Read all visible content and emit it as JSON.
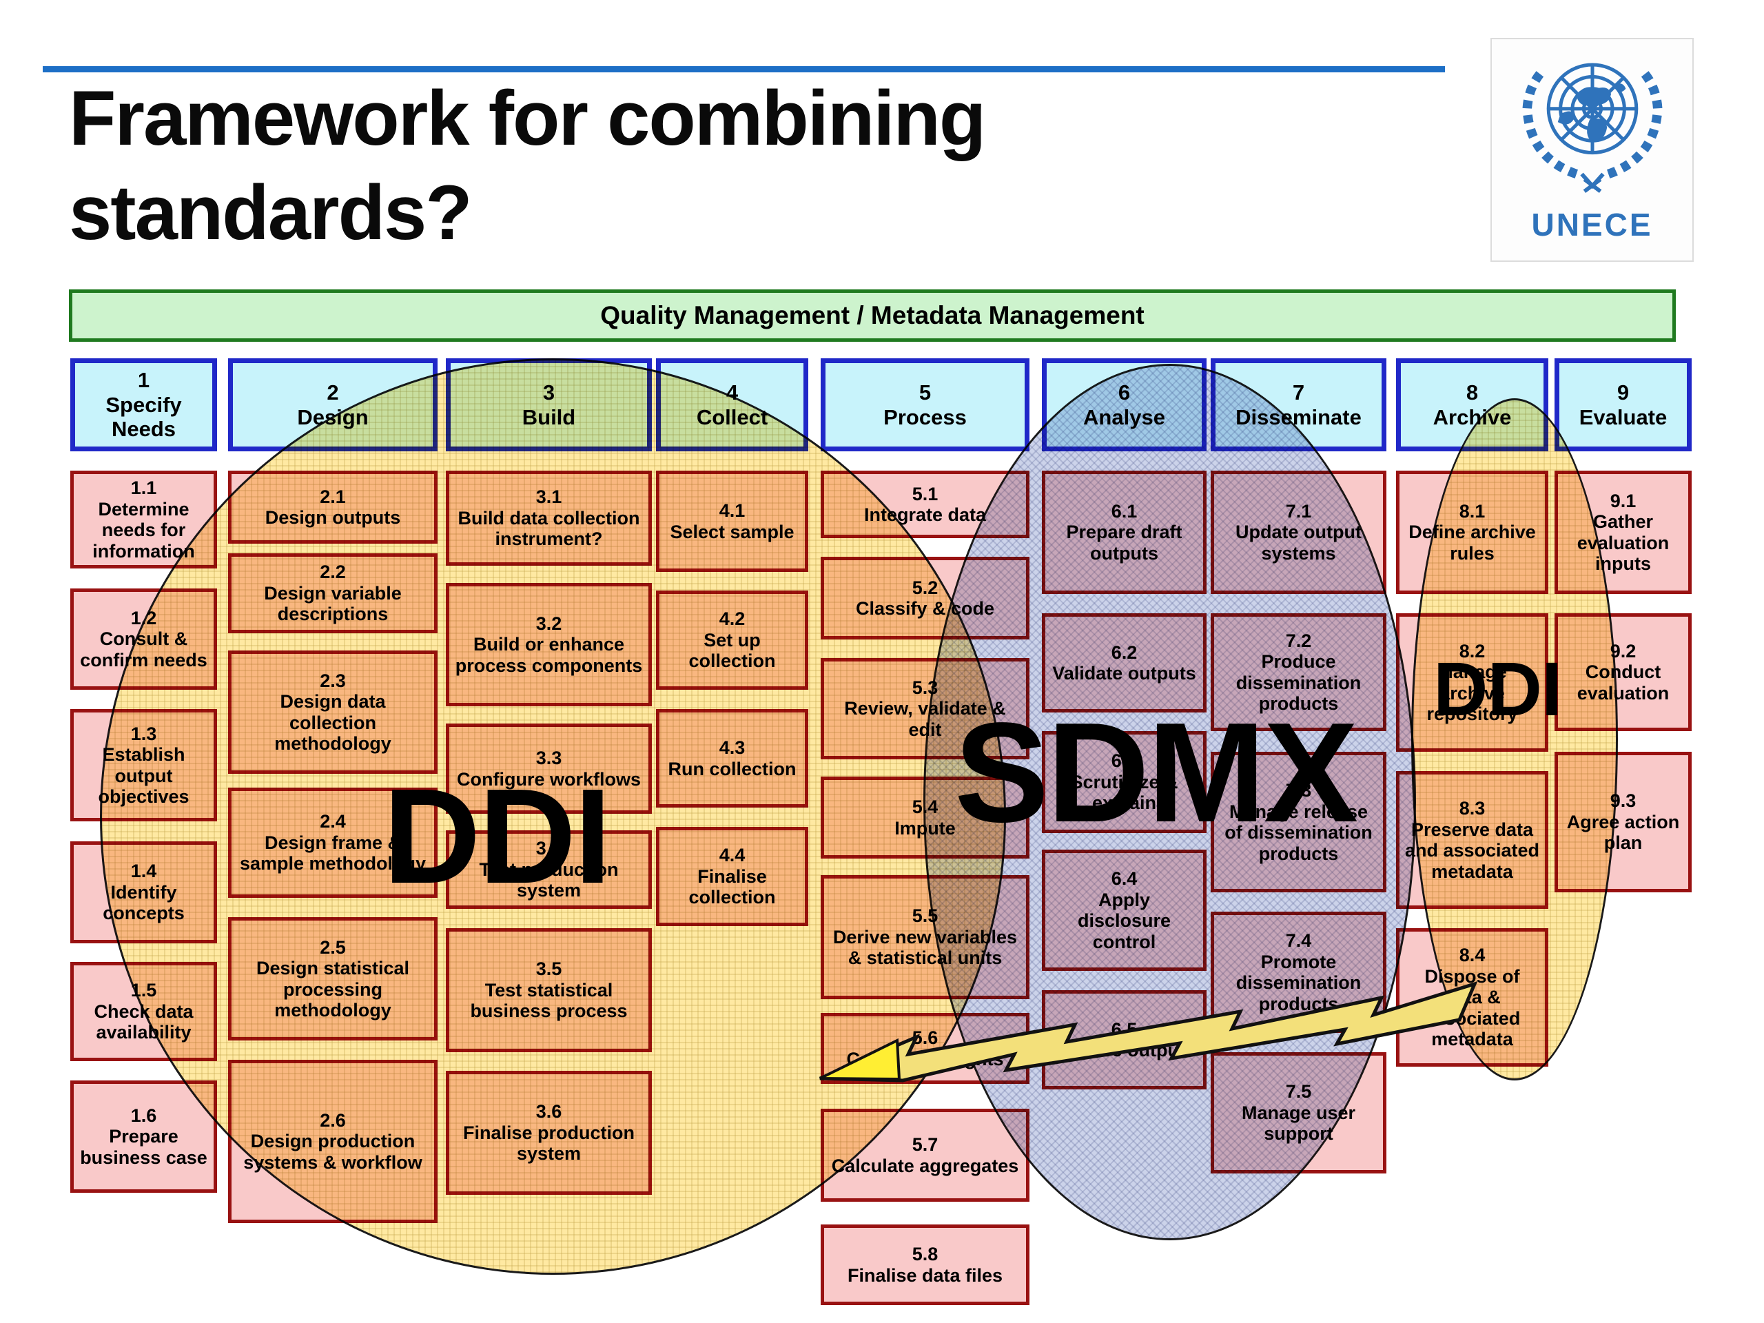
{
  "slide": {
    "title_line1": "Framework for combining",
    "title_line2": "standards?"
  },
  "logo": {
    "org": "UNECE"
  },
  "banner": {
    "label": "Quality Management / Metadata Management"
  },
  "overlays": {
    "ddi_left": "DDI",
    "sdmx": "SDMX",
    "ddi_right": "DDI"
  },
  "phases": [
    {
      "number": "1",
      "name": "Specify Needs",
      "subprocesses": [
        {
          "code": "1.1",
          "label": "Determine needs for information"
        },
        {
          "code": "1.2",
          "label": "Consult & confirm needs"
        },
        {
          "code": "1.3",
          "label": "Establish output objectives"
        },
        {
          "code": "1.4",
          "label": "Identify concepts"
        },
        {
          "code": "1.5",
          "label": "Check data availability"
        },
        {
          "code": "1.6",
          "label": "Prepare business case"
        }
      ]
    },
    {
      "number": "2",
      "name": "Design",
      "subprocesses": [
        {
          "code": "2.1",
          "label": "Design outputs"
        },
        {
          "code": "2.2",
          "label": "Design variable descriptions"
        },
        {
          "code": "2.3",
          "label": "Design data collection methodology"
        },
        {
          "code": "2.4",
          "label": "Design frame & sample methodology"
        },
        {
          "code": "2.5",
          "label": "Design statistical processing methodology"
        },
        {
          "code": "2.6",
          "label": "Design production systems & workflow"
        }
      ]
    },
    {
      "number": "3",
      "name": "Build",
      "subprocesses": [
        {
          "code": "3.1",
          "label": "Build data collection instrument?"
        },
        {
          "code": "3.2",
          "label": "Build or enhance process components"
        },
        {
          "code": "3.3",
          "label": "Configure workflows"
        },
        {
          "code": "3.4",
          "label": "Test production system"
        },
        {
          "code": "3.5",
          "label": "Test statistical business process"
        },
        {
          "code": "3.6",
          "label": "Finalise production system"
        }
      ]
    },
    {
      "number": "4",
      "name": "Collect",
      "subprocesses": [
        {
          "code": "4.1",
          "label": "Select sample"
        },
        {
          "code": "4.2",
          "label": "Set up collection"
        },
        {
          "code": "4.3",
          "label": "Run collection"
        },
        {
          "code": "4.4",
          "label": "Finalise collection"
        }
      ]
    },
    {
      "number": "5",
      "name": "Process",
      "subprocesses": [
        {
          "code": "5.1",
          "label": "Integrate data"
        },
        {
          "code": "5.2",
          "label": "Classify & code"
        },
        {
          "code": "5.3",
          "label": "Review, validate & edit"
        },
        {
          "code": "5.4",
          "label": "Impute"
        },
        {
          "code": "5.5",
          "label": "Derive new variables & statistical units"
        },
        {
          "code": "5.6",
          "label": "Calculate weights"
        },
        {
          "code": "5.7",
          "label": "Calculate aggregates"
        },
        {
          "code": "5.8",
          "label": "Finalise data files"
        }
      ]
    },
    {
      "number": "6",
      "name": "Analyse",
      "subprocesses": [
        {
          "code": "6.1",
          "label": "Prepare draft outputs"
        },
        {
          "code": "6.2",
          "label": "Validate outputs"
        },
        {
          "code": "6.3",
          "label": "Scrutinize & explain"
        },
        {
          "code": "6.4",
          "label": "Apply disclosure control"
        },
        {
          "code": "6.5",
          "label": "Finalise outputs"
        }
      ]
    },
    {
      "number": "7",
      "name": "Disseminate",
      "subprocesses": [
        {
          "code": "7.1",
          "label": "Update output systems"
        },
        {
          "code": "7.2",
          "label": "Produce dissemination products"
        },
        {
          "code": "7.3",
          "label": "Manage release of dissemination products"
        },
        {
          "code": "7.4",
          "label": "Promote dissemination products"
        },
        {
          "code": "7.5",
          "label": "Manage user support"
        }
      ]
    },
    {
      "number": "8",
      "name": "Archive",
      "subprocesses": [
        {
          "code": "8.1",
          "label": "Define archive rules"
        },
        {
          "code": "8.2",
          "label": "Manage archive repository"
        },
        {
          "code": "8.3",
          "label": "Preserve data and associated metadata"
        },
        {
          "code": "8.4",
          "label": "Dispose of data & associated metadata"
        }
      ]
    },
    {
      "number": "9",
      "name": "Evaluate",
      "subprocesses": [
        {
          "code": "9.1",
          "label": "Gather evaluation inputs"
        },
        {
          "code": "9.2",
          "label": "Conduct evaluation"
        },
        {
          "code": "9.3",
          "label": "Agree action plan"
        }
      ]
    }
  ]
}
